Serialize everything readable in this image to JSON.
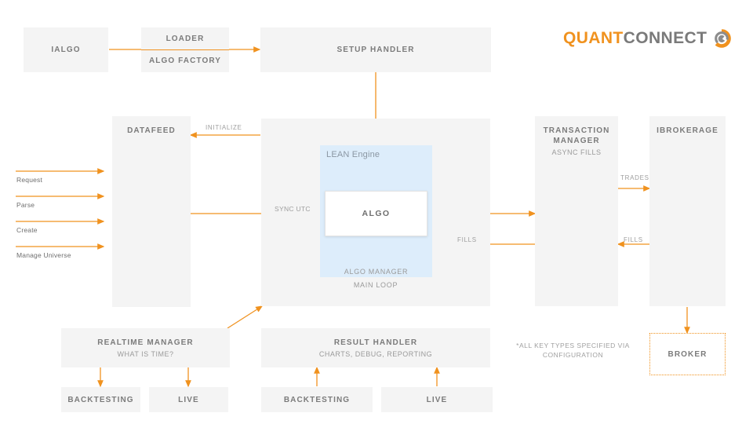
{
  "brand": {
    "name_part1": "QUANT",
    "name_part2": "CONNECT",
    "logo_icon": "quantconnect-circle-logo",
    "accent_color": "#f0921f",
    "gray_color": "#7a7a7a"
  },
  "colors": {
    "box_fill": "#f4f4f4",
    "lean_fill": "#ddedfb",
    "arrow": "#f0921f",
    "title_text": "#7b7b7b",
    "sub_text": "#9a9a9a"
  },
  "boxes": {
    "ialgo": {
      "title": "IALGO"
    },
    "loader": {
      "title": "LOADER"
    },
    "algo_factory": {
      "title": "ALGO FACTORY"
    },
    "setup_handler": {
      "title": "SETUP HANDLER"
    },
    "datafeed": {
      "title": "DATAFEED"
    },
    "main_loop": {
      "title": "MAIN LOOP"
    },
    "lean_engine": {
      "title": "LEAN Engine"
    },
    "algo": {
      "title": "ALGO"
    },
    "algo_manager": {
      "title": "ALGO MANAGER"
    },
    "transaction_manager": {
      "title": "TRANSACTION MANAGER",
      "subtitle": "ASYNC FILLS"
    },
    "ibrokerage": {
      "title": "IBROKERAGE"
    },
    "realtime_manager": {
      "title": "REALTIME MANAGER",
      "subtitle": "WHAT IS TIME?"
    },
    "result_handler": {
      "title": "RESULT HANDLER",
      "subtitle": "CHARTS, DEBUG, REPORTING"
    },
    "realtime_backtesting": {
      "title": "BACKTESTING"
    },
    "realtime_live": {
      "title": "LIVE"
    },
    "result_backtesting": {
      "title": "BACKTESTING"
    },
    "result_live": {
      "title": "LIVE"
    },
    "broker": {
      "title": "BROKER"
    }
  },
  "edge_labels": {
    "initialize": "INITIALIZE",
    "sync_utc": "SYNC UTC",
    "trades": "TRADES",
    "fills_left": "FILLS",
    "fills_right": "FILLS"
  },
  "flows": [
    {
      "label": "Request"
    },
    {
      "label": "Parse"
    },
    {
      "label": "Create"
    },
    {
      "label": "Manage Universe"
    }
  ],
  "notes": {
    "key_types": "*ALL KEY TYPES SPECIFIED VIA\nCONFIGURATION"
  }
}
